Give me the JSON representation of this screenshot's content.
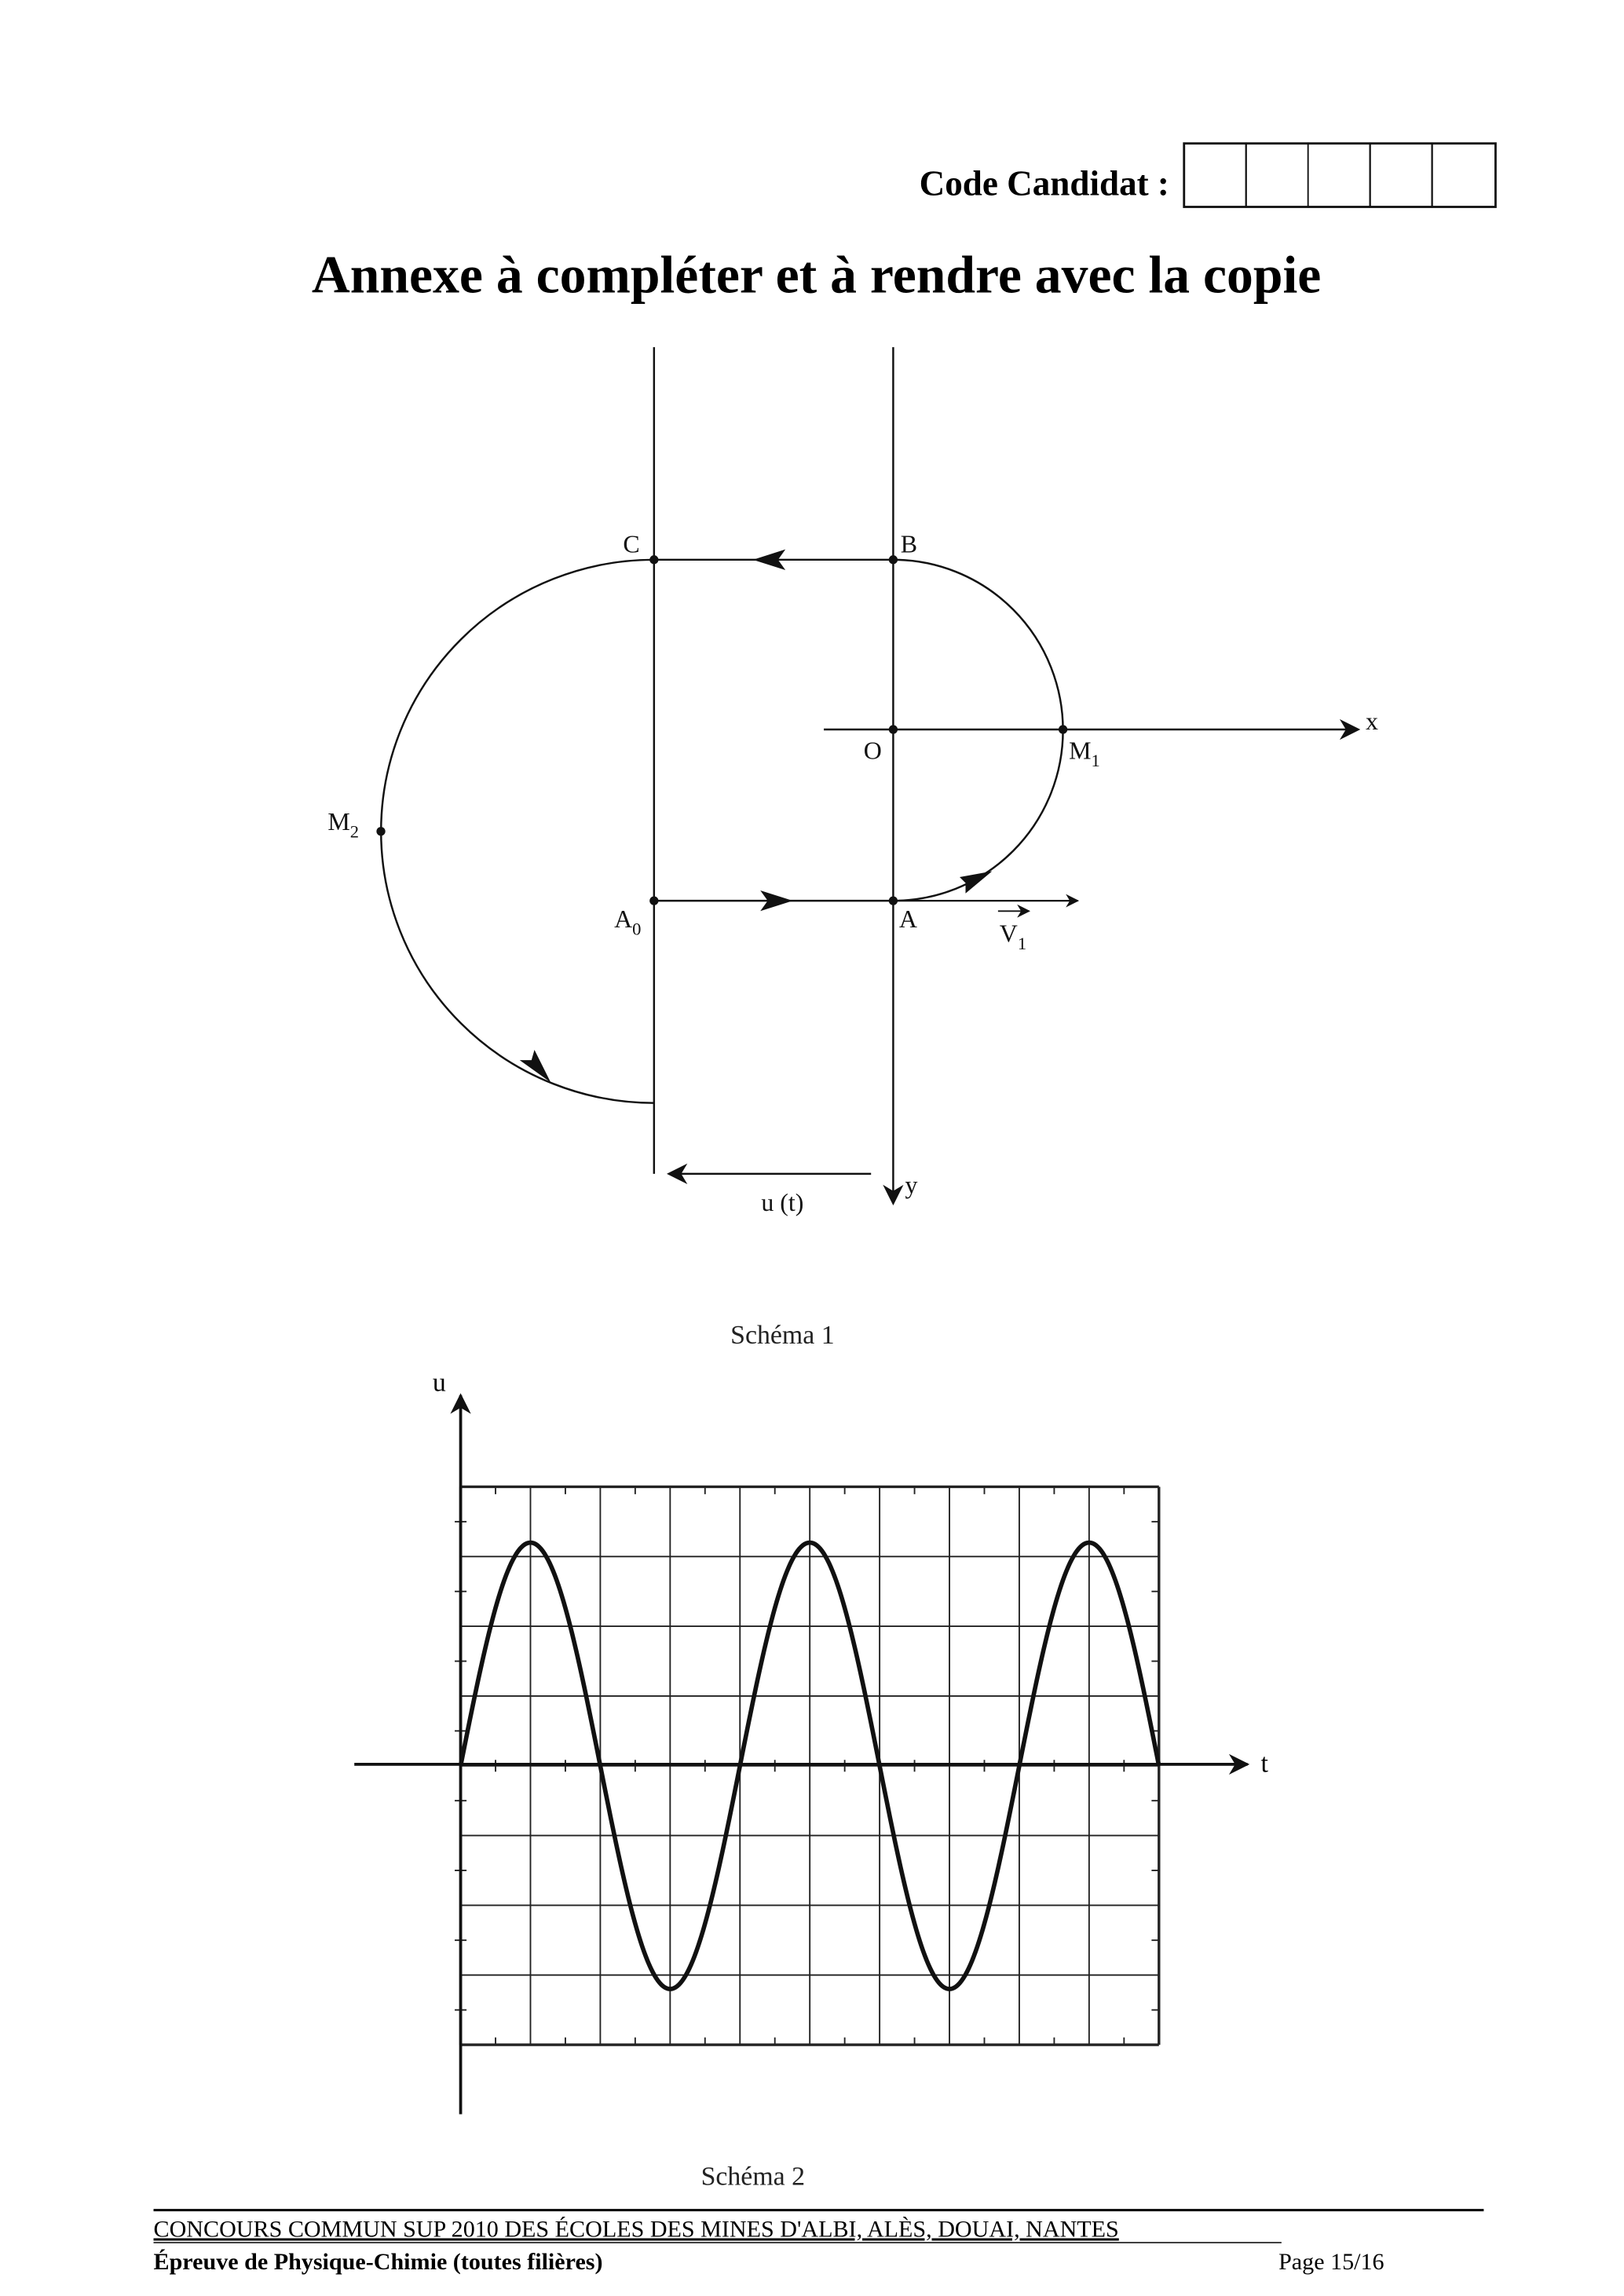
{
  "header": {
    "code_label": "Code Candidat :",
    "code_boxes": [
      "",
      "",
      "",
      "",
      ""
    ],
    "title": "Annexe à compléter et à rendre avec la copie"
  },
  "schema1": {
    "caption": "Schéma 1",
    "labels": {
      "C": "C",
      "B": "B",
      "O": "O",
      "x": "x",
      "y": "y",
      "A": "A",
      "M1": {
        "base": "M",
        "sub": "1"
      },
      "M2": {
        "base": "M",
        "sub": "2"
      },
      "A0": {
        "base": "A",
        "sub": "0"
      },
      "V1": {
        "base": "V",
        "sub": "1"
      },
      "u": "u (t)"
    }
  },
  "schema2": {
    "caption": "Schéma 2"
  },
  "chart_data": {
    "type": "line",
    "title": "Schéma 2",
    "xlabel": "t",
    "ylabel": "u",
    "xlim": [
      0,
      10
    ],
    "ylim": [
      -4,
      4
    ],
    "grid": true,
    "grid_divisions": {
      "x": 10,
      "y": 8
    },
    "series": [
      {
        "name": "u(t)",
        "function": "sine",
        "amplitude": 3.2,
        "period": 4,
        "x": [
          0,
          0.5,
          1,
          1.5,
          2,
          2.5,
          3,
          3.5,
          4,
          4.5,
          5,
          5.5,
          6,
          6.5,
          7,
          7.5,
          8,
          8.5,
          9,
          9.5,
          10
        ],
        "y": [
          0,
          2.26,
          3.2,
          2.26,
          0,
          -2.26,
          -3.2,
          -2.26,
          0,
          2.26,
          3.2,
          2.26,
          0,
          -2.26,
          -3.2,
          -2.26,
          0,
          2.26,
          3.2,
          2.26,
          0
        ]
      }
    ]
  },
  "footer": {
    "line1": "CONCOURS COMMUN SUP 2010 DES ÉCOLES DES MINES D'ALBI, ALÈS, DOUAI, NANTES",
    "line2": "Épreuve de Physique-Chimie (toutes filières)",
    "page": "Page 15/16"
  }
}
